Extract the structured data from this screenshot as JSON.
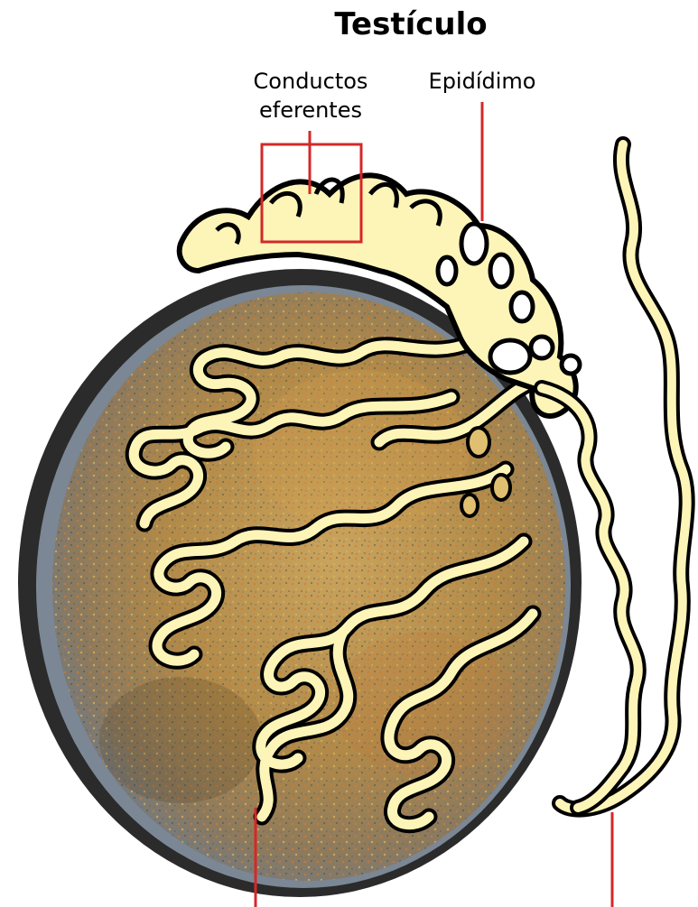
{
  "title": "Testículo",
  "labels": {
    "efferent_line1": "Conductos",
    "efferent_line2": "eferentes",
    "epididymis": "Epidídimo"
  },
  "colors": {
    "leader": "#d42828",
    "tubule_fill": "#fdf5b8",
    "tubule_outline": "#000000",
    "testis_tissue": "#b8924e",
    "testis_rim": "#2a2a2a"
  }
}
